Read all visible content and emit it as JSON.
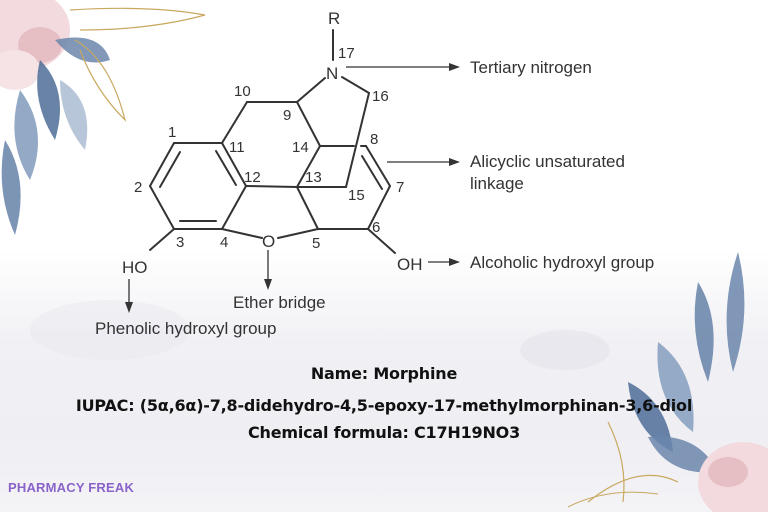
{
  "structure": {
    "substituent_R": "R",
    "nitrogen": "N",
    "ether_oxygen": "O",
    "phenol_OH": "HO",
    "alcohol_OH": "OH",
    "atom_numbers": {
      "n1": "1",
      "n2": "2",
      "n3": "3",
      "n4": "4",
      "n5": "5",
      "n6": "6",
      "n7": "7",
      "n8": "8",
      "n9": "9",
      "n10": "10",
      "n11": "11",
      "n12": "12",
      "n13": "13",
      "n14": "14",
      "n15": "15",
      "n16": "16",
      "n17": "17"
    }
  },
  "callouts": {
    "tertiary_nitrogen": "Tertiary nitrogen",
    "alicyclic_line1": "Alicyclic unsaturated",
    "alicyclic_line2": "linkage",
    "alcoholic_hydroxyl": "Alcoholic hydroxyl group",
    "ether_bridge": "Ether bridge",
    "phenolic_hydroxyl": "Phenolic hydroxyl group"
  },
  "info": {
    "name": "Name: Morphine",
    "iupac": "IUPAC: (5α,6α)-7,8-didehydro-4,5-epoxy-17-methylmorphinan-3,6-diol",
    "formula": "Chemical formula: C17H19NO3"
  },
  "brand": "PHARMACY FREAK",
  "colors": {
    "brand": "#8a63c9",
    "bond": "#333333",
    "leaf_blue": "#5f7fa6",
    "petal_pink": "#e9c3c8",
    "gold_line": "#c9a860"
  }
}
